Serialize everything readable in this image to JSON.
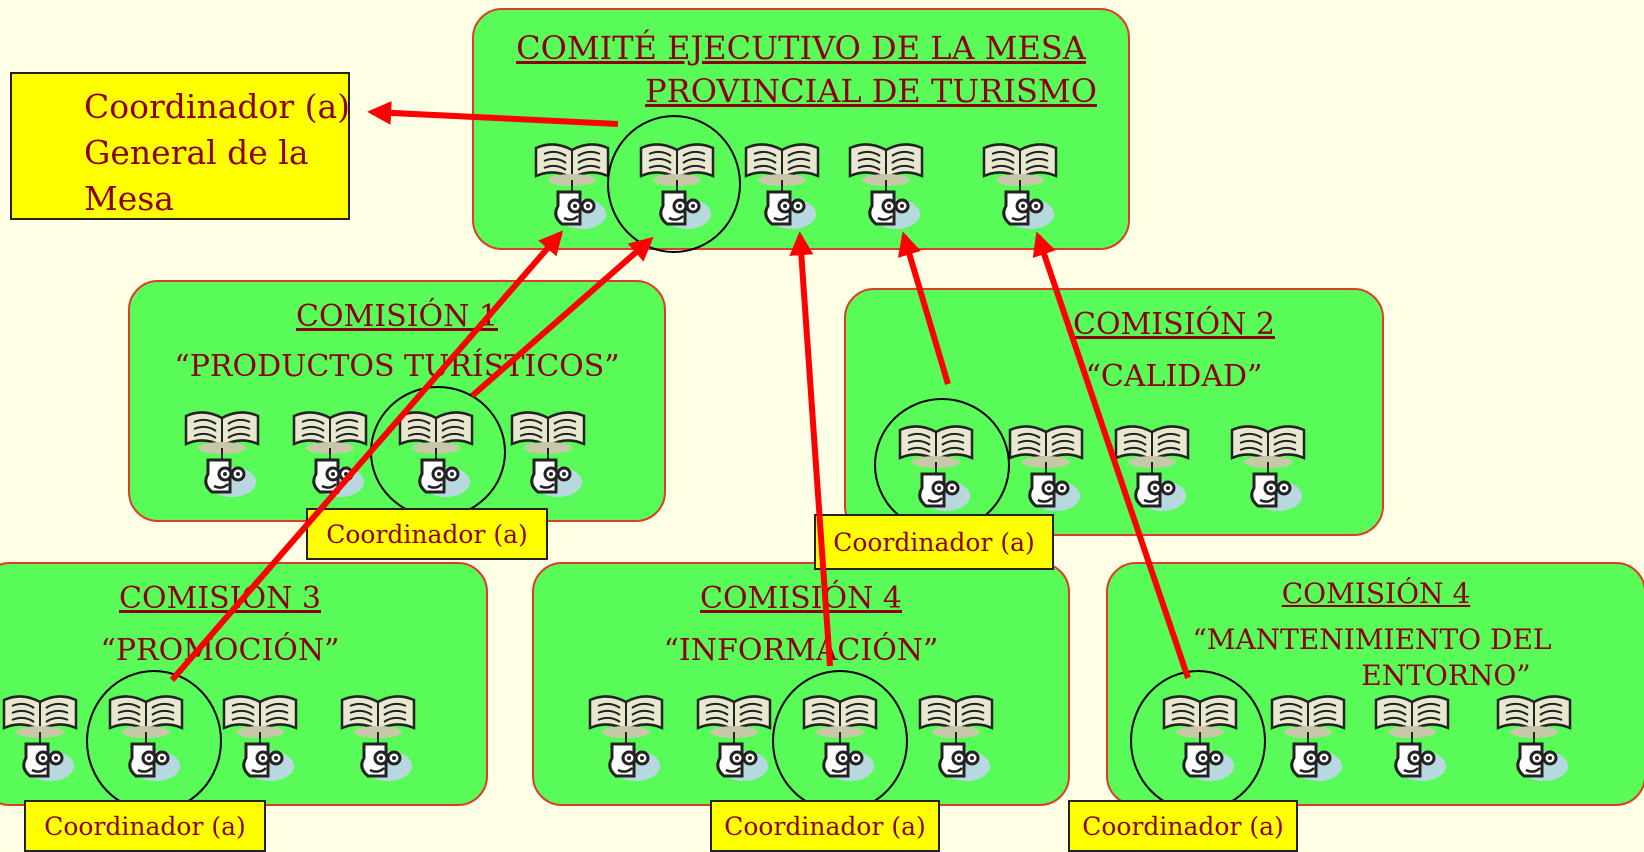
{
  "general_coordinator": {
    "lines": [
      "Coordinador (a)",
      "General de la",
      "Mesa"
    ]
  },
  "executive": {
    "title_line1": "COMITÉ EJECUTIVO DE LA MESA",
    "title_line2": "PROVINCIAL DE TURISMO"
  },
  "commissions": [
    {
      "title": "COMISIÓN 1",
      "subtitle": "“PRODUCTOS TURÍSTICOS”",
      "coordinator_label": "Coordinador (a)"
    },
    {
      "title": "COMISIÓN 2",
      "subtitle": "“CALIDAD”",
      "coordinator_label": "Coordinador (a)"
    },
    {
      "title": "COMISIÓN  3",
      "subtitle": "“PROMOCIÓN”",
      "coordinator_label": "Coordinador (a)"
    },
    {
      "title": "COMISIÓN  4",
      "subtitle": "“INFORMACIÓN”",
      "coordinator_label": "Coordinador (a)"
    },
    {
      "title": "COMISIÓN  4",
      "subtitle_line1": "“MANTENIMIENTO DEL",
      "subtitle_line2": "ENTORNO”",
      "coordinator_label": "Coordinador (a)"
    }
  ],
  "colors": {
    "background": "#ffffe6",
    "box_fill": "#58fb58",
    "box_border": "#e03a2a",
    "text": "#8c0010",
    "tag_fill": "#ffff00",
    "arrow": "#ff0000"
  },
  "icons": {
    "member": "person-reading-book-icon"
  }
}
